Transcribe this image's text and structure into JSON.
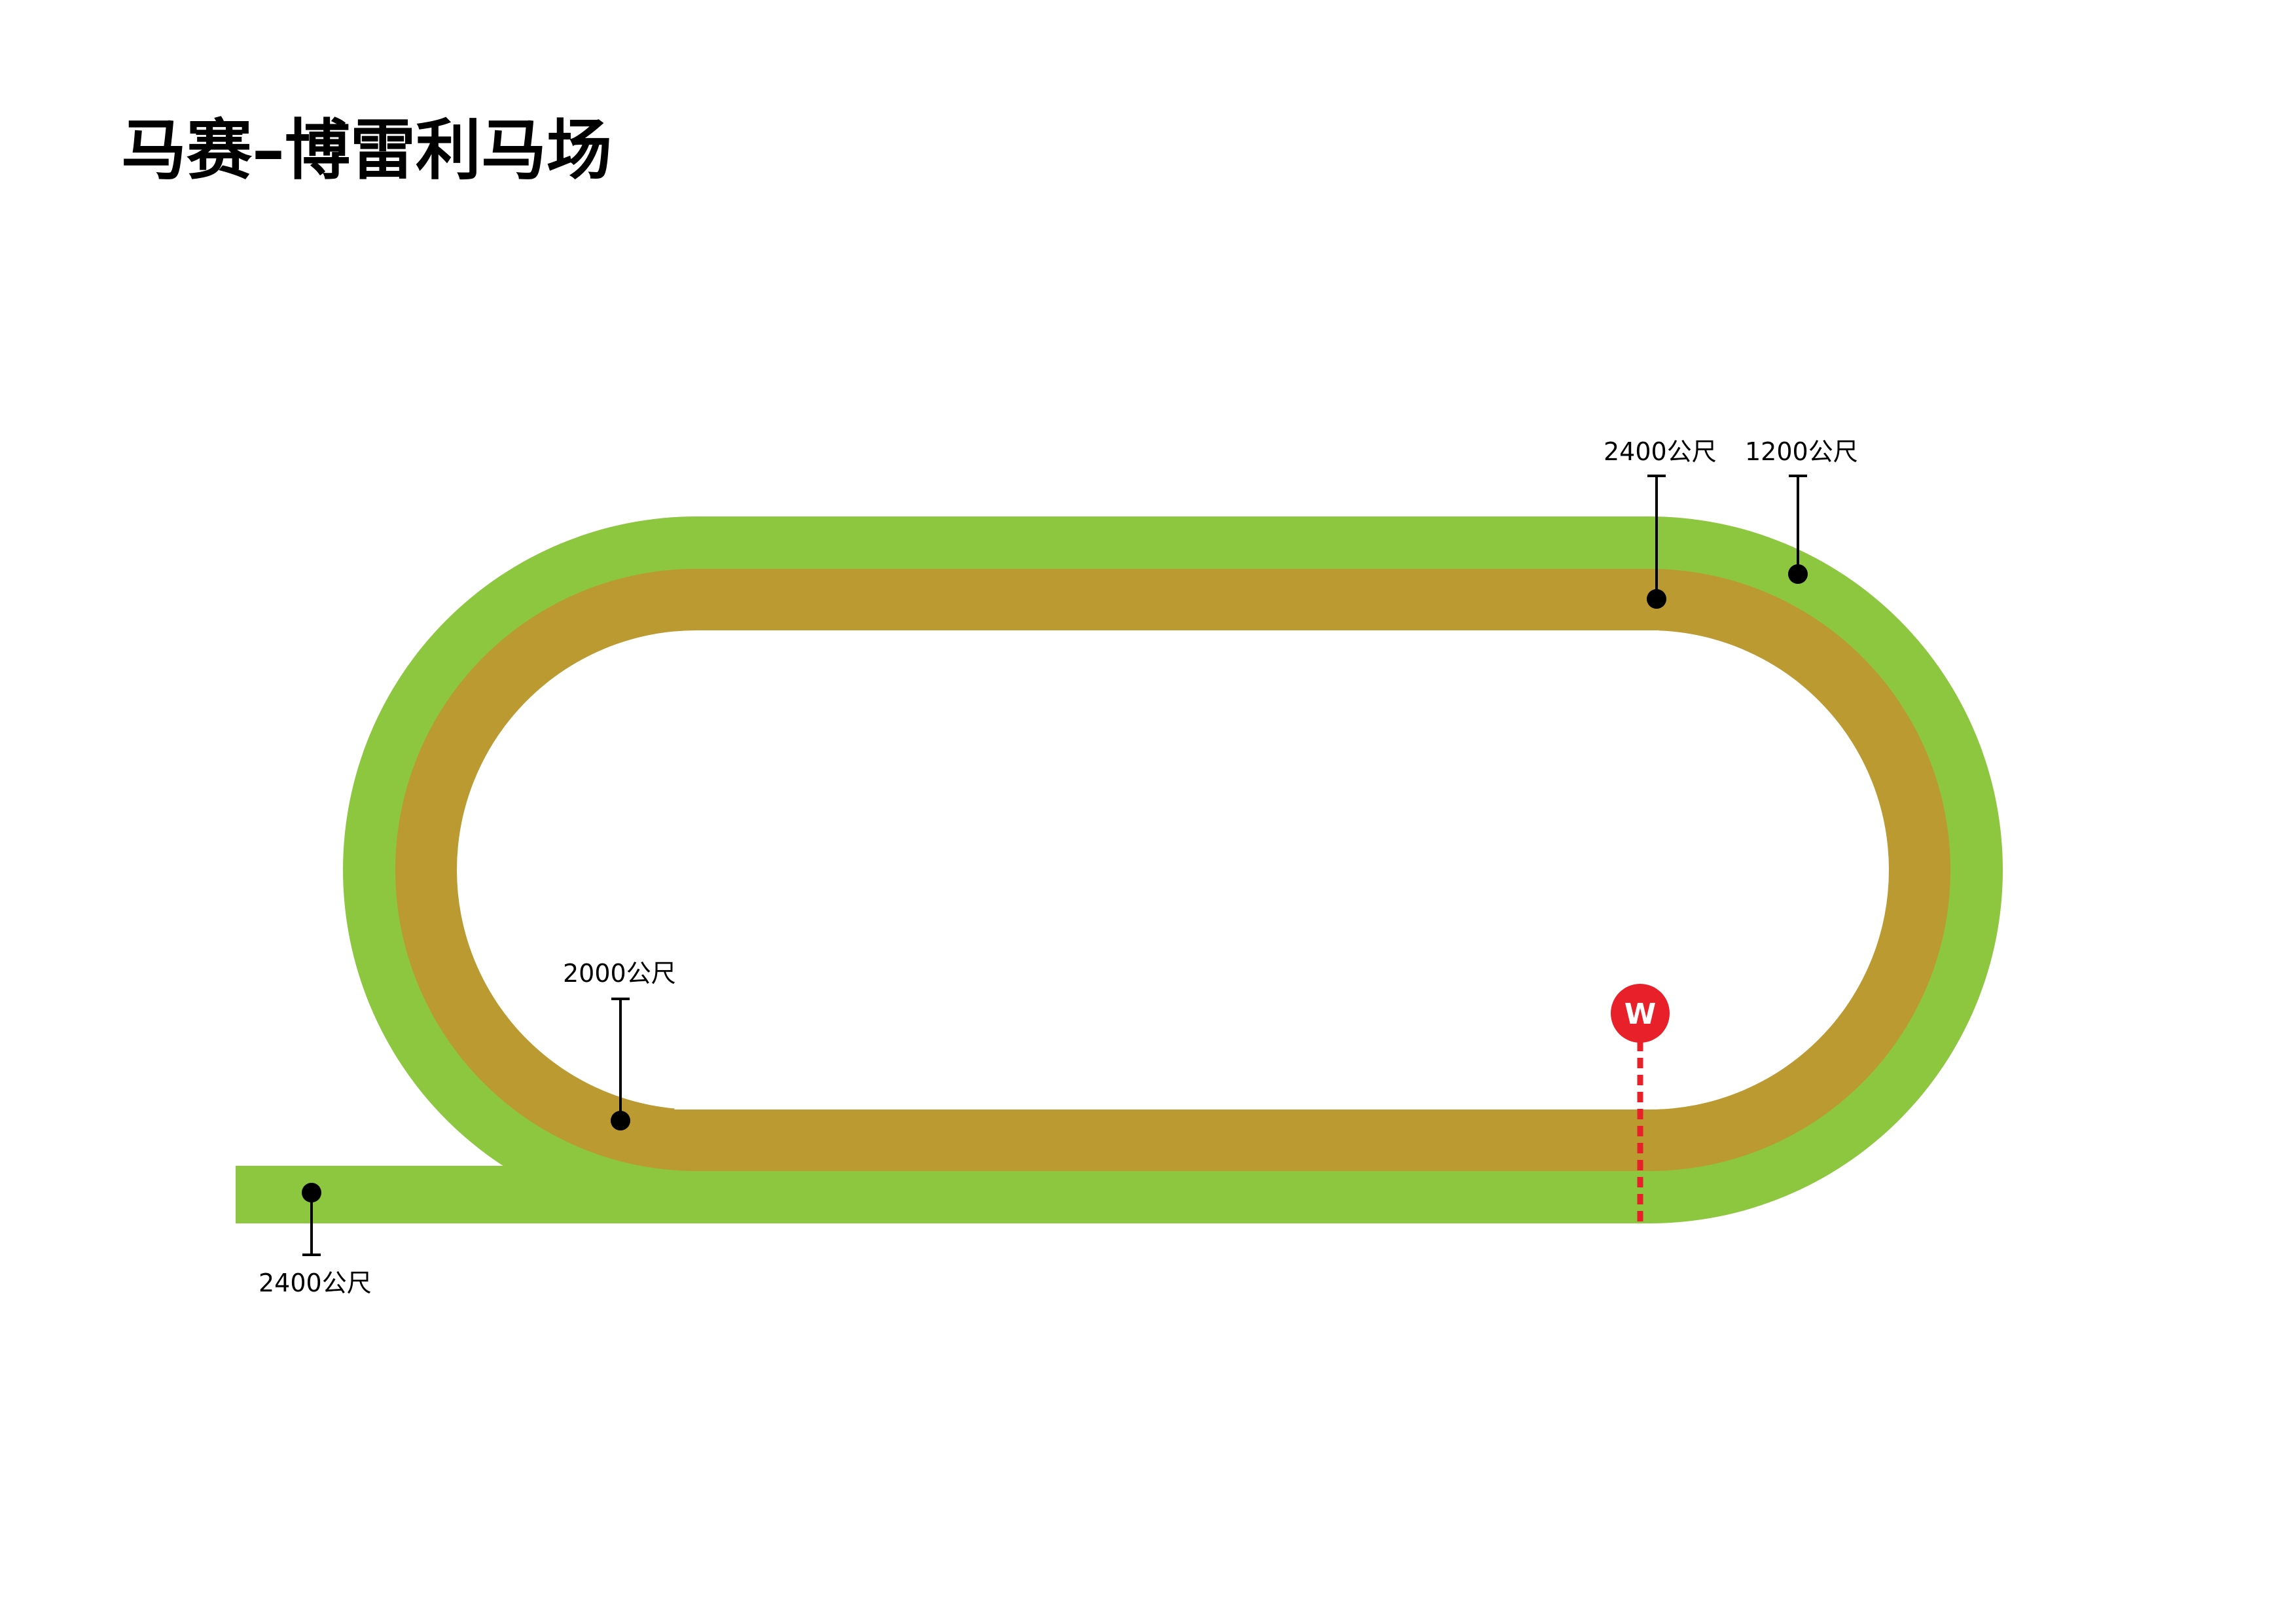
{
  "title": "马赛–博雷利马场",
  "colors": {
    "turf": "#8dc63f",
    "dirt": "#bb9a31",
    "finish": "#e8202a",
    "marker": "#000000"
  },
  "markers": {
    "top_start_a": "2400公尺",
    "top_start_b": "1200公尺",
    "inner_start": "2000公尺",
    "chute_start": "2400公尺"
  },
  "finish_post": {
    "label": "W"
  }
}
